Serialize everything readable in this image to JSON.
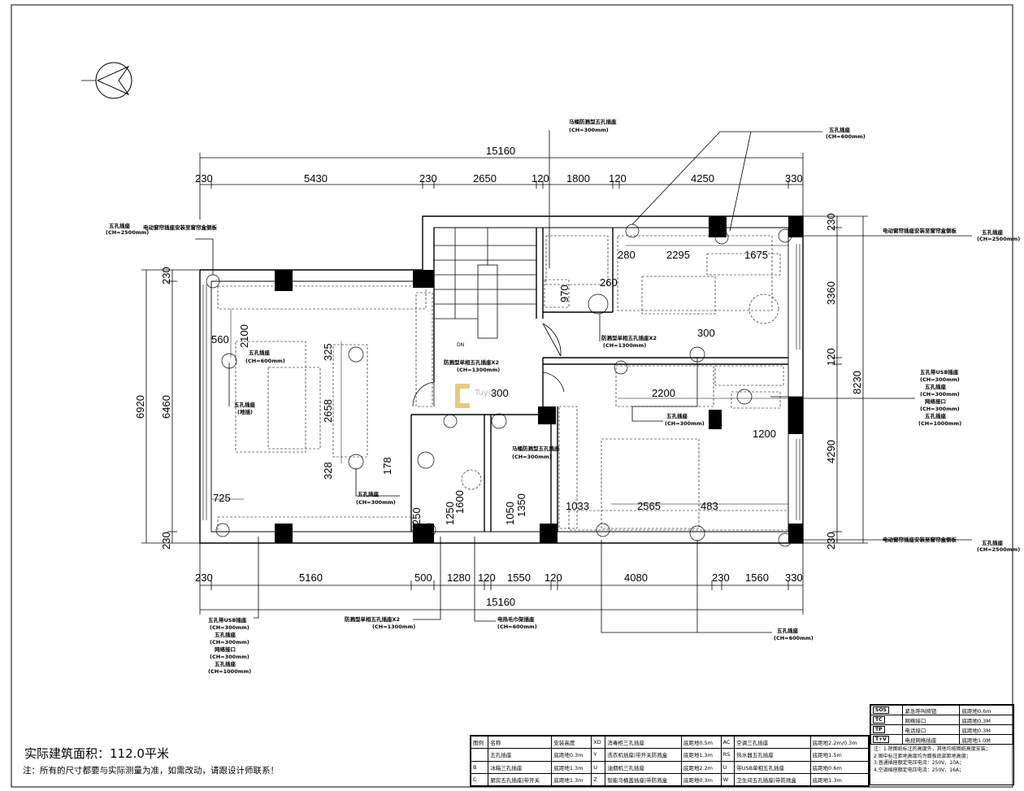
{
  "dims_top_total": "15160",
  "dims_top": [
    "230",
    "5430",
    "230",
    "2650",
    "120",
    "1800",
    "120",
    "4250",
    "330"
  ],
  "dims_bottom_total": "15160",
  "dims_bottom": [
    "230",
    "5160",
    "500",
    "1280",
    "120",
    "1550",
    "120",
    "4080",
    "230",
    "1560",
    "330"
  ],
  "dims_left_outer": "6920",
  "dims_left": [
    "230",
    "6460",
    "230"
  ],
  "dims_right_outer": "8230",
  "dims_right": [
    "230",
    "3360",
    "120",
    "4290",
    "230"
  ],
  "dims_inner": {
    "d2100": "2100",
    "d560": "560",
    "d325": "325",
    "d2658": "2658",
    "d328": "328",
    "d725": "725",
    "d178": "178",
    "d250": "250",
    "d1250": "1250",
    "d1600": "1600",
    "d1050": "1050",
    "d1350": "1350",
    "d300a": "300",
    "d970": "970",
    "d260": "260",
    "d280": "280",
    "d2295": "2295",
    "d1675": "1675",
    "d300b": "300",
    "d2200": "2200",
    "d1200": "1200",
    "d1033": "1033",
    "d2565": "2565",
    "d483": "483",
    "dn": "DN"
  },
  "callouts": {
    "c_wuk_2500_l": "五孔插座",
    "c_ch2500": "(CH=2500mm)",
    "c_curtain": "电动窗帘插座安装至窗帘盒侧板",
    "c_wuk": "五孔插座",
    "c_ch600": "(CH=600mm)",
    "c_dimian": "(地插)",
    "c_ch300": "(CH=300mm)",
    "c_ch1300": "(CH=1300mm)",
    "c_ch1000": "(CH=1000mm)",
    "c_mt": "马桶防溅型五孔插座",
    "c_fjx2": "防溅型单相五孔插座X2",
    "c_fjx2b": "防溅型单相五孔插座X2",
    "c_usb": "五孔带USB插座",
    "c_net": "网络接口",
    "c_boiler": "电热毛巾架插座"
  },
  "area_label": "实际建筑面积：112.0平米",
  "note": "注：所有的尺寸都要与实际测量为准，如需改动，请跟设计师联系！",
  "legend": {
    "headers": [
      "图例",
      "名称",
      "安装高度"
    ],
    "rows": [
      [
        "",
        "五孔插座",
        "底距地0.3m",
        "",
        "消毒柜三孔插座",
        "底距地0.5m",
        "AC",
        "空调三孔插座",
        "底距地2.2m/0.3m"
      ],
      [
        "B",
        "冰箱三孔插座",
        "底距地1.3m",
        "Y",
        "洗衣机插座|带开关防溅盒",
        "底距地1.3m",
        "RS",
        "热水器五孔插座",
        "底距地1.5m"
      ],
      [
        "C",
        "厨房五孔插座|带开关",
        "底距地1.3m",
        "Z",
        "智能马桶盖插座|带防溅盒",
        "底距地0.3m",
        "W",
        "卫生间五孔插座|带防溅盒",
        "底距地1.3m"
      ]
    ],
    "extra": [
      "XD",
      "油烟机三孔插座",
      "底距地2.2m",
      "U",
      "带USB单相五孔插座",
      "底距地0.6m"
    ]
  },
  "right_legend": {
    "rows": [
      [
        "SOS",
        "紧急呼叫按钮",
        "底距地0.6m"
      ],
      [
        "TC",
        "网络接口",
        "底距地0.3M"
      ],
      [
        "TP",
        "电话接口",
        "底距地0.3M"
      ],
      [
        "T+V",
        "电视网络插座",
        "底距地1.0M"
      ]
    ],
    "notes": [
      "注：1.除图纸标注的高度外，其他均按图纸高度安装；",
      "2.图中标注距地高度均为面板底部距地高度；",
      "3.普通插座额定电压电流：250V，10A；",
      "4.空调插座额定电压电流：250V，16A；"
    ]
  },
  "watermark": "Tuyue"
}
